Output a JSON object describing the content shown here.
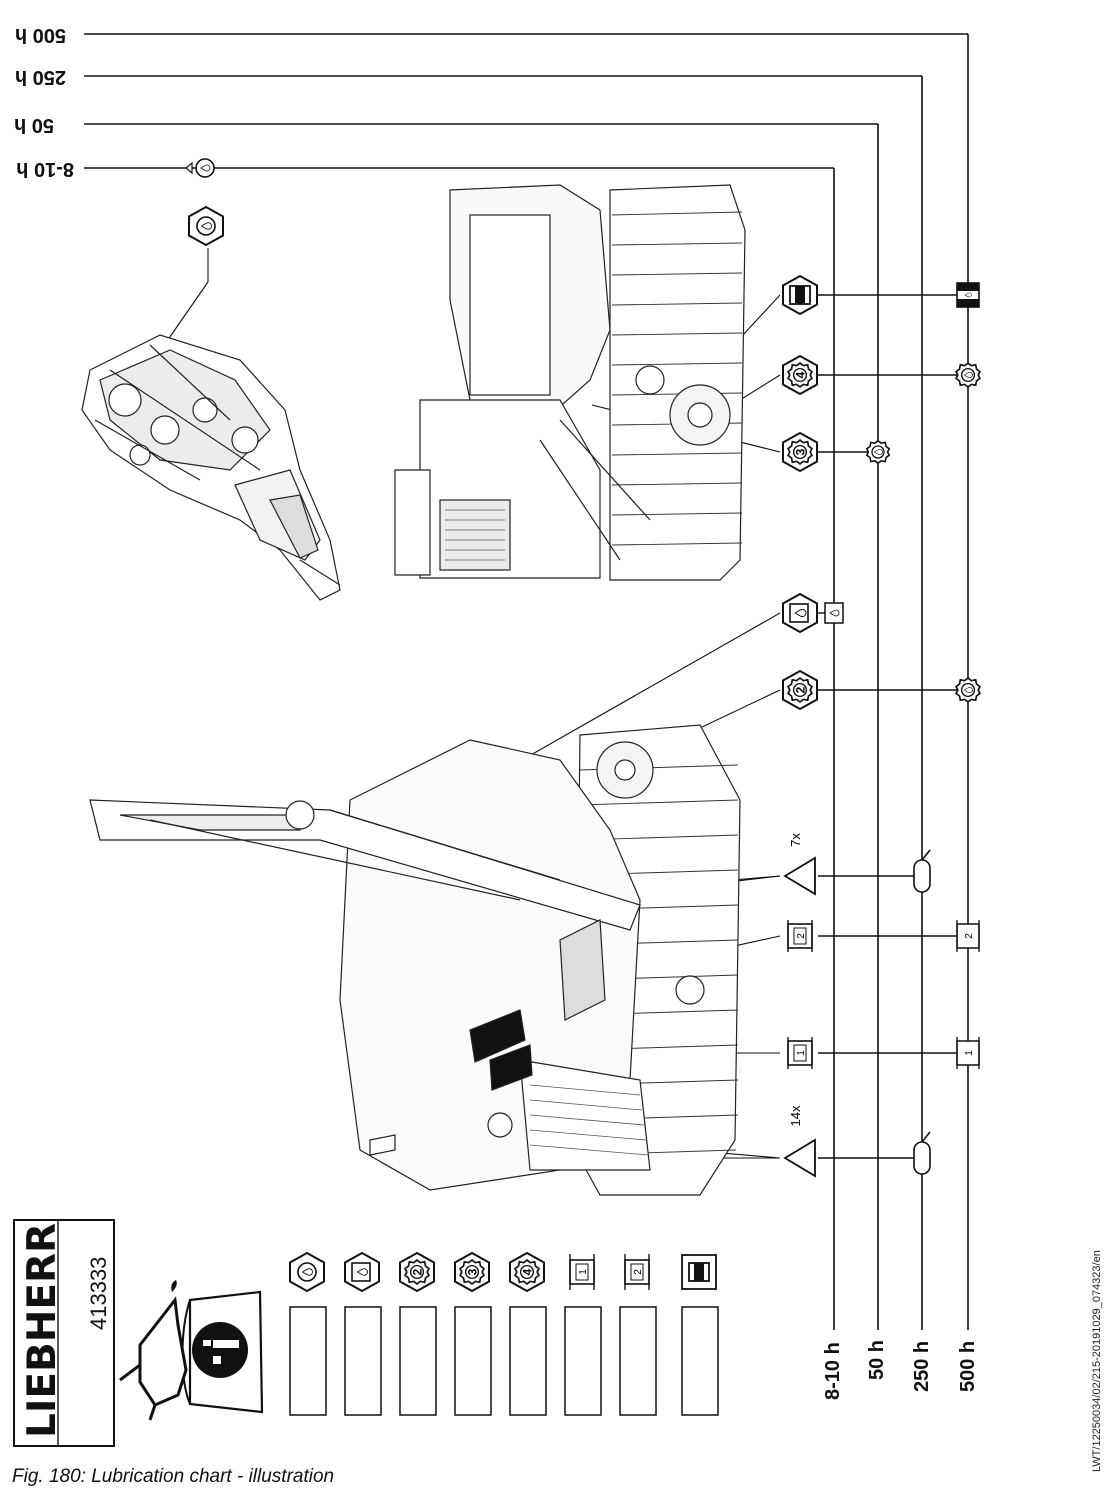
{
  "brand": "LIEBHERR",
  "part_number": "413333",
  "intervals": {
    "i1": "8-10 h",
    "i2": "50 h",
    "i3": "250 h",
    "i4": "500 h"
  },
  "symbols": {
    "gear_2": "2",
    "gear_3": "3",
    "gear_4": "4",
    "filter_1": "1",
    "filter_2": "2",
    "count_14": "14x",
    "count_7": "7x"
  },
  "caption": "Fig. 180: Lubrication chart - illustration",
  "doc_ref": "LWT/12250034/02/215-20191029_074323/en"
}
